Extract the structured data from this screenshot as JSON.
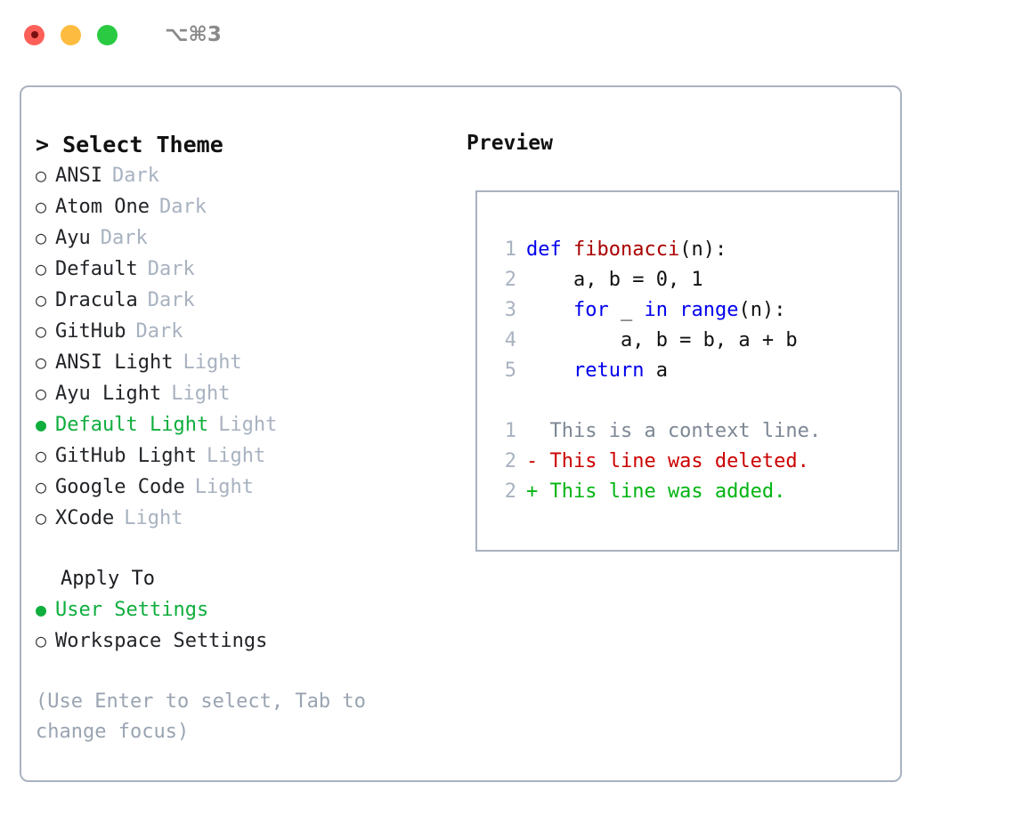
{
  "window": {
    "shortcut": "⌥⌘3",
    "traffic_lights": [
      {
        "name": "close",
        "color": "#fc6058"
      },
      {
        "name": "minimize",
        "color": "#fdbc40"
      },
      {
        "name": "maximize",
        "color": "#2acb42"
      }
    ]
  },
  "colors": {
    "accent_green": "#0fae3d",
    "border": "#a9b2c0",
    "muted": "#a8b2c0",
    "hint": "#9aa4b2",
    "keyword": "#0000ee",
    "function": "#aa0000",
    "diff_add": "#00b412",
    "diff_del": "#cc0000",
    "diff_ctx": "#7d8794"
  },
  "theme_list": {
    "caret": ">",
    "title": "Select Theme",
    "bullet_unselected": "○",
    "bullet_selected": "●",
    "items": [
      {
        "name": "ANSI",
        "badge": "Dark",
        "selected": false
      },
      {
        "name": "Atom One",
        "badge": "Dark",
        "selected": false
      },
      {
        "name": "Ayu",
        "badge": "Dark",
        "selected": false
      },
      {
        "name": "Default",
        "badge": "Dark",
        "selected": false
      },
      {
        "name": "Dracula",
        "badge": "Dark",
        "selected": false
      },
      {
        "name": "GitHub",
        "badge": "Dark",
        "selected": false
      },
      {
        "name": "ANSI Light",
        "badge": "Light",
        "selected": false
      },
      {
        "name": "Ayu Light",
        "badge": "Light",
        "selected": false
      },
      {
        "name": "Default Light",
        "badge": "Light",
        "selected": true
      },
      {
        "name": "GitHub Light",
        "badge": "Light",
        "selected": false
      },
      {
        "name": "Google Code",
        "badge": "Light",
        "selected": false
      },
      {
        "name": "XCode",
        "badge": "Light",
        "selected": false
      }
    ]
  },
  "apply_to": {
    "label": "Apply To",
    "options": [
      {
        "name": "User Settings",
        "selected": true
      },
      {
        "name": "Workspace Settings",
        "selected": false
      }
    ]
  },
  "hint": "(Use Enter to select, Tab to change focus)",
  "preview": {
    "title": "Preview",
    "code_lines": [
      {
        "no": "1",
        "tokens": [
          {
            "text": "def ",
            "type": "kw"
          },
          {
            "text": "fibonacci",
            "type": "fn"
          },
          {
            "text": "(n):",
            "type": "plain"
          }
        ]
      },
      {
        "no": "2",
        "tokens": [
          {
            "text": "    a, b = 0, 1",
            "type": "plain"
          }
        ]
      },
      {
        "no": "3",
        "tokens": [
          {
            "text": "    ",
            "type": "plain"
          },
          {
            "text": "for",
            "type": "kw"
          },
          {
            "text": " _ ",
            "type": "plain"
          },
          {
            "text": "in",
            "type": "kw"
          },
          {
            "text": " ",
            "type": "plain"
          },
          {
            "text": "range",
            "type": "kw"
          },
          {
            "text": "(n):",
            "type": "plain"
          }
        ]
      },
      {
        "no": "4",
        "tokens": [
          {
            "text": "        a, b = b, a + b",
            "type": "plain"
          }
        ]
      },
      {
        "no": "5",
        "tokens": [
          {
            "text": "    ",
            "type": "plain"
          },
          {
            "text": "return",
            "type": "kw"
          },
          {
            "text": " a",
            "type": "plain"
          }
        ]
      }
    ],
    "diff_lines": [
      {
        "no": "1",
        "marker": " ",
        "text": "  This is a context line.",
        "kind": "ctx"
      },
      {
        "no": "2",
        "marker": "-",
        "text": "- This line was deleted.",
        "kind": "del"
      },
      {
        "no": "2",
        "marker": "+",
        "text": "+ This line was added.",
        "kind": "add"
      }
    ]
  }
}
